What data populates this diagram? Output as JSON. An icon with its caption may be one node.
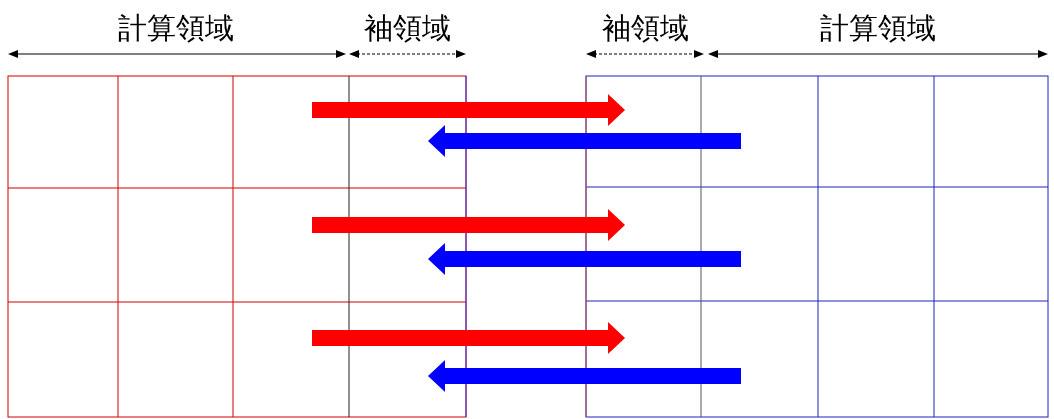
{
  "diagram": {
    "labels": [
      "計算領域",
      "袖領域",
      "袖領域",
      "計算領域"
    ]
  }
}
